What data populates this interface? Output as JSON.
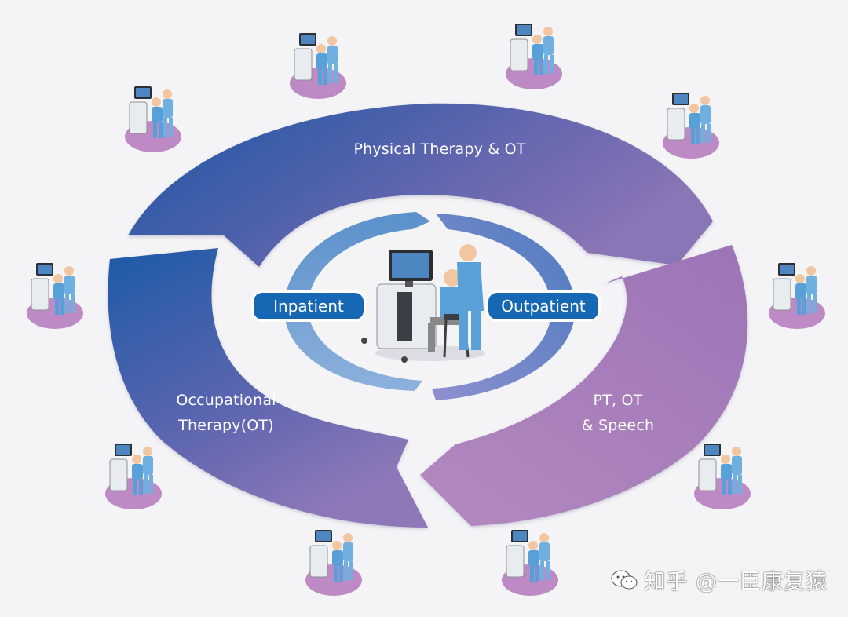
{
  "diagram": {
    "outer_segments": [
      {
        "id": "top",
        "label": "Physical Therapy & OT"
      },
      {
        "id": "left",
        "label_lines": [
          "Occupational",
          "Therapy(OT)"
        ]
      },
      {
        "id": "right",
        "label_lines": [
          "PT, OT",
          "& Speech"
        ]
      }
    ],
    "inner_labels": {
      "left": "Inpatient",
      "right": "Outpatient"
    }
  },
  "watermark": {
    "text": "知乎 @一臣康复猿"
  },
  "colors": {
    "ring_dark": "#1d5aa6",
    "ring_mid": "#5a66b0",
    "ring_light": "#a77ab7",
    "inner_ring_light": "#8fb4de",
    "inner_ring_dark": "#4a7fc1",
    "pill": "#1668b4",
    "floor_disc": "#b87ec0"
  },
  "icons": [
    "rehab-station-icon",
    "therapist-figure-icon",
    "patient-figure-icon"
  ]
}
